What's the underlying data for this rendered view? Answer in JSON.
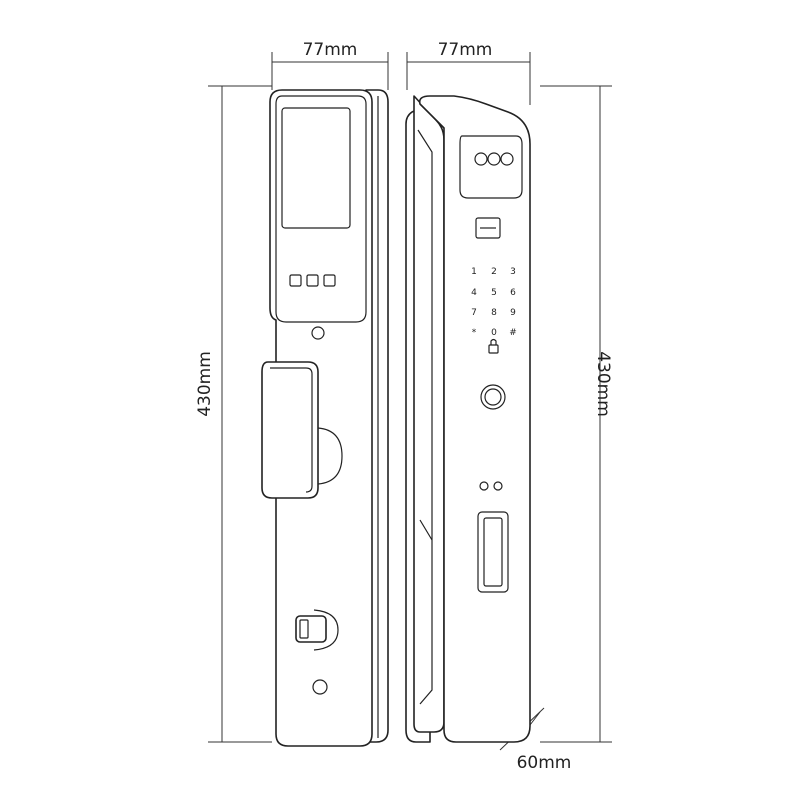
{
  "dimensions": {
    "front_width": "77mm",
    "side_width": "77mm",
    "left_height": "430mm",
    "right_height": "430mm",
    "depth": "60mm"
  },
  "keypad": {
    "keys": [
      "1",
      "2",
      "3",
      "4",
      "5",
      "6",
      "7",
      "8",
      "9",
      "*",
      "0",
      "#"
    ]
  }
}
